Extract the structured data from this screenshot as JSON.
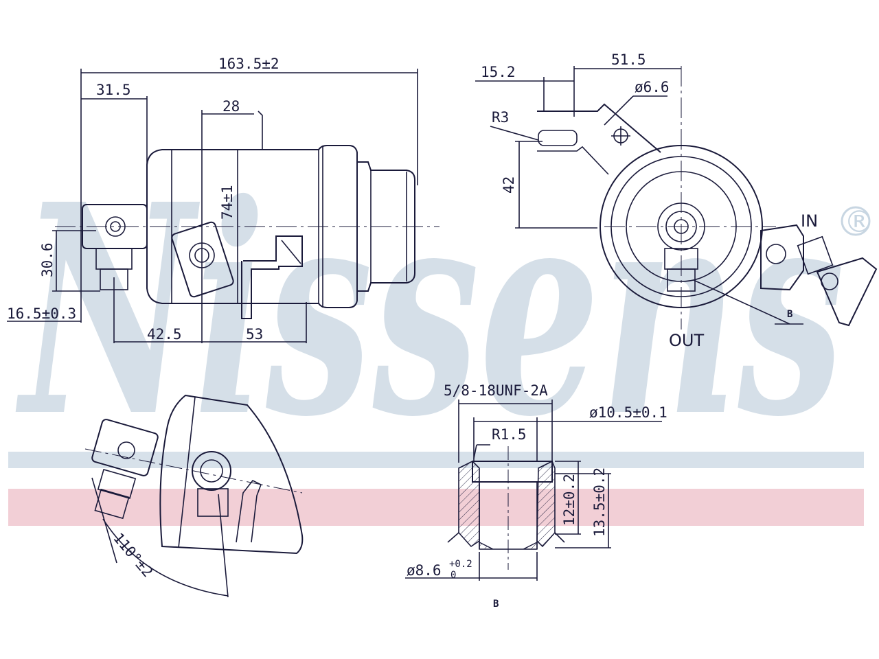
{
  "watermark": {
    "brand": "Nissens",
    "registered_mark": "®",
    "band_top_color": "#d7e1ea",
    "band_bottom_color": "#f2cfd6",
    "text_color": "#d5dfe8"
  },
  "dimensions": {
    "overall_length": "163.5±2",
    "d_31_5": "31.5",
    "d_28": "28",
    "d_74": "74±1",
    "d_30_6": "30.6",
    "d_16_5": "16.5±0.3",
    "d_42_5": "42.5",
    "d_53": "53",
    "d_15_2": "15.2",
    "d_51_5": "51.5",
    "d_phi_6_6": "ø6.6",
    "d_r3": "R3",
    "d_42": "42",
    "d_110": "110°±2",
    "thread": "5/8-18UNF-2A",
    "d_phi_10_5": "ø10.5±0.1",
    "d_r1_5": "R1.5",
    "d_12": "12±0.2",
    "d_13_5": "13.5±0.2",
    "d_phi_8_6": "ø8.6",
    "d_phi_8_6_tol_upper": "+0.2",
    "d_phi_8_6_tol_lower": "0"
  },
  "labels": {
    "inlet": "IN",
    "outlet": "OUT",
    "detail_ref": "B",
    "detail_title": "B"
  }
}
